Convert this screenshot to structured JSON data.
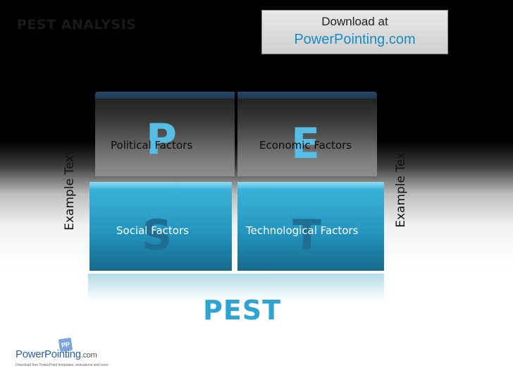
{
  "slide": {
    "title": "PEST ANALYSIS"
  },
  "download": {
    "label": "Download at",
    "link": "PowerPointing.com"
  },
  "quadrants": [
    {
      "letter": "P",
      "label": "Political Factors",
      "color": "#56bde5"
    },
    {
      "letter": "E",
      "label": "Economic Factors",
      "color": "#56bde5"
    },
    {
      "letter": "S",
      "label": "Social Factors",
      "color": "#1e6f93"
    },
    {
      "letter": "T",
      "label": "Technological Factors",
      "color": "#1e6f93"
    }
  ],
  "side_labels": {
    "left": "Example Text",
    "right": "Example Text"
  },
  "center_label": "PEST",
  "logo": {
    "badge": "PP",
    "power": "Power",
    "pointing": "Pointing",
    "com": ".com",
    "tagline": "Download free PowerPoint templates, animations and more"
  },
  "colors": {
    "accent": "#2ea4d2",
    "dark_quadrant": "#3a3a3a",
    "blue_quadrant": "#2496c0"
  }
}
